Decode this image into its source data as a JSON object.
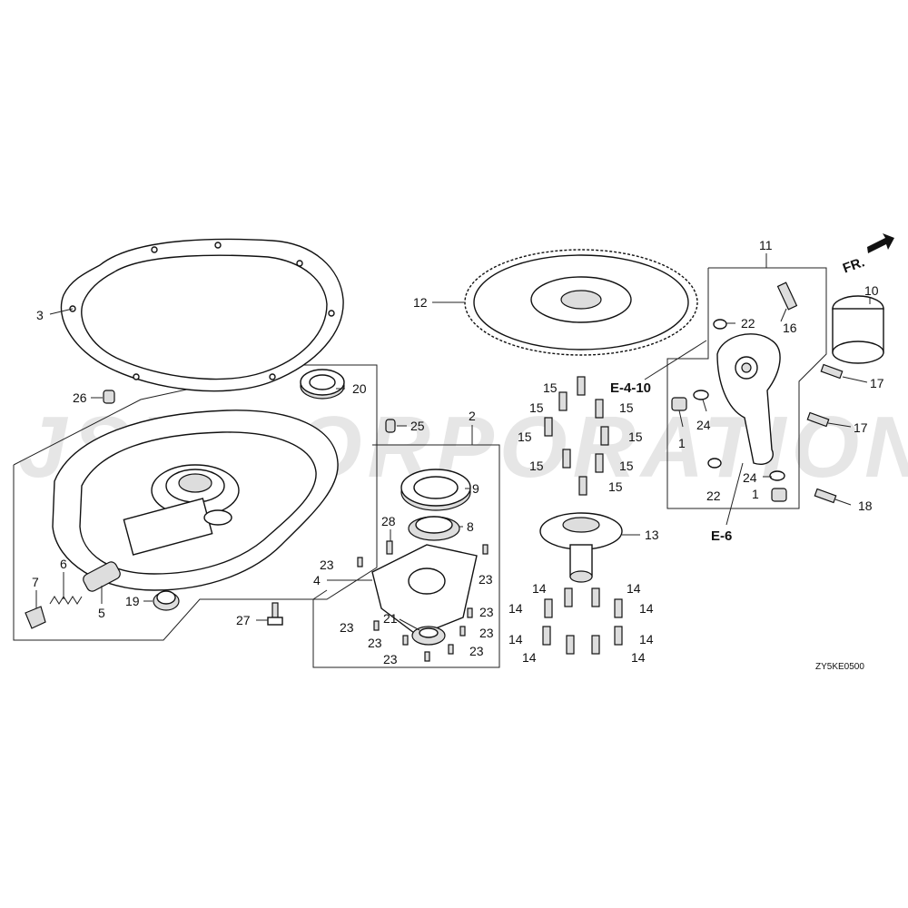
{
  "watermark": "JSP CORPORATION",
  "diagram_code": "ZY5KE0500",
  "direction": {
    "label": "FR."
  },
  "part_labels": {
    "p1a": "1",
    "p1b": "1",
    "p2": "2",
    "p3": "3",
    "p4": "4",
    "p5": "5",
    "p6": "6",
    "p7": "7",
    "p8": "8",
    "p9": "9",
    "p10": "10",
    "p11": "11",
    "p12": "12",
    "p13": "13",
    "p14": "14",
    "p15": "15",
    "p16": "16",
    "p17": "17",
    "p18": "18",
    "p19": "19",
    "p20": "20",
    "p21": "21",
    "p22": "22",
    "p23": "23",
    "p24": "24",
    "p25": "25",
    "p26": "26",
    "p27": "27",
    "p28": "28"
  },
  "references": {
    "ref_a": "E-4-10",
    "ref_b": "E-6"
  }
}
